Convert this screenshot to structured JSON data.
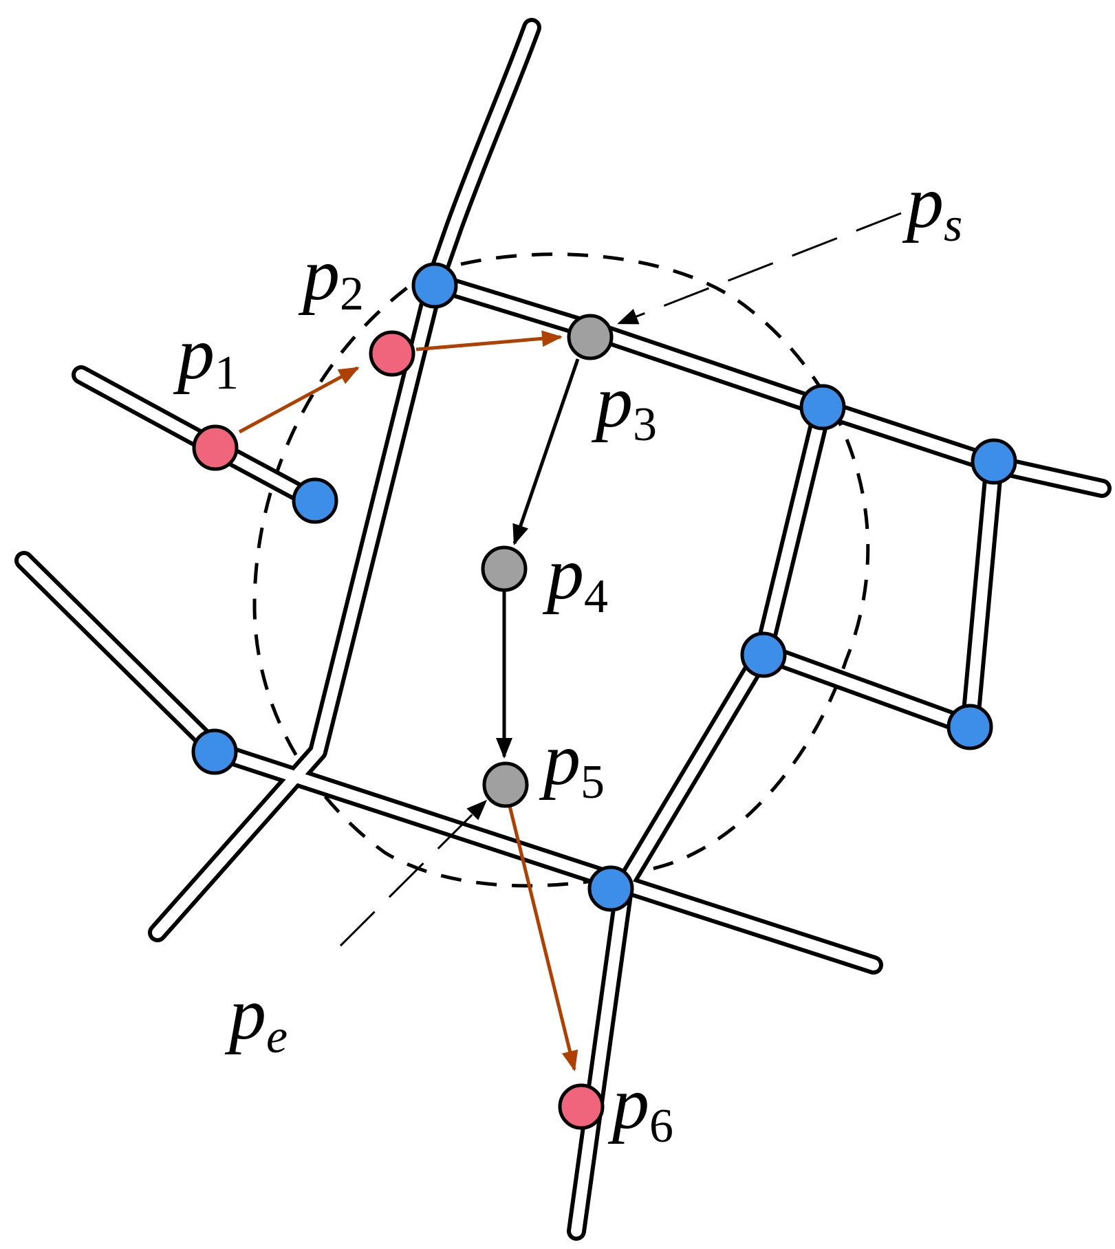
{
  "colors": {
    "blue_node": "#3d8ee8",
    "red_node": "#f0657b",
    "gray_node": "#a0a0a0",
    "orange_arrow": "#b04000",
    "black": "#000000"
  },
  "labels": {
    "p1": {
      "base": "p",
      "sub": "1"
    },
    "p2": {
      "base": "p",
      "sub": "2"
    },
    "p3": {
      "base": "p",
      "sub": "3"
    },
    "p4": {
      "base": "p",
      "sub": "4"
    },
    "p5": {
      "base": "p",
      "sub": "5"
    },
    "p6": {
      "base": "p",
      "sub": "6"
    },
    "ps": {
      "base": "p",
      "sub": "s"
    },
    "pe": {
      "base": "p",
      "sub": "e"
    }
  }
}
